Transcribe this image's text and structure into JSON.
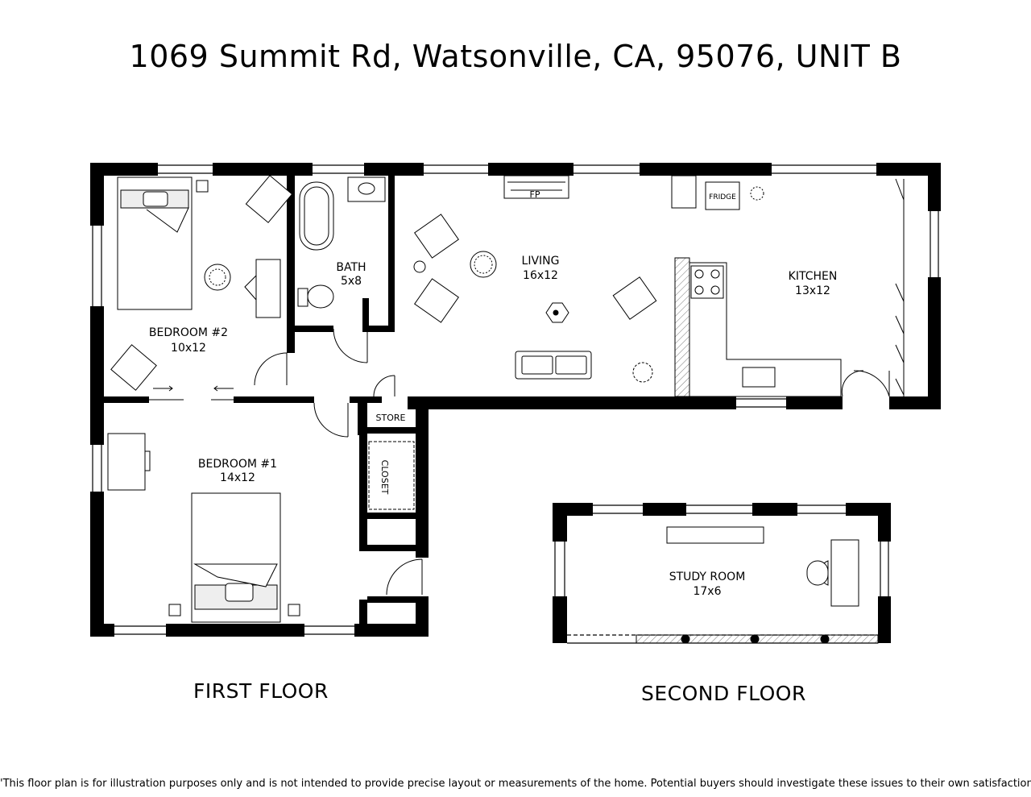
{
  "title": "1069 Summit Rd, Watsonville, CA, 95076, UNIT B",
  "rooms": {
    "bedroom2": {
      "name": "BEDROOM #2",
      "size": "10x12"
    },
    "bath": {
      "name": "BATH",
      "size": "5x8"
    },
    "living": {
      "name": "LIVING",
      "size": "16x12"
    },
    "kitchen": {
      "name": "KITCHEN",
      "size": "13x12"
    },
    "bedroom1": {
      "name": "BEDROOM #1",
      "size": "14x12"
    },
    "study": {
      "name": "STUDY ROOM",
      "size": "17x6"
    }
  },
  "labels": {
    "fp": "FP",
    "fridge": "FRIDGE",
    "store": "STORE",
    "closet": "CLOSET"
  },
  "floors": {
    "first": "FIRST FLOOR",
    "second": "SECOND FLOOR"
  },
  "disclaimer": "'This floor plan is for illustration purposes only and is not intended to provide precise layout or measurements of the home. Potential buyers should investigate these issues to their own satisfaction. '"
}
